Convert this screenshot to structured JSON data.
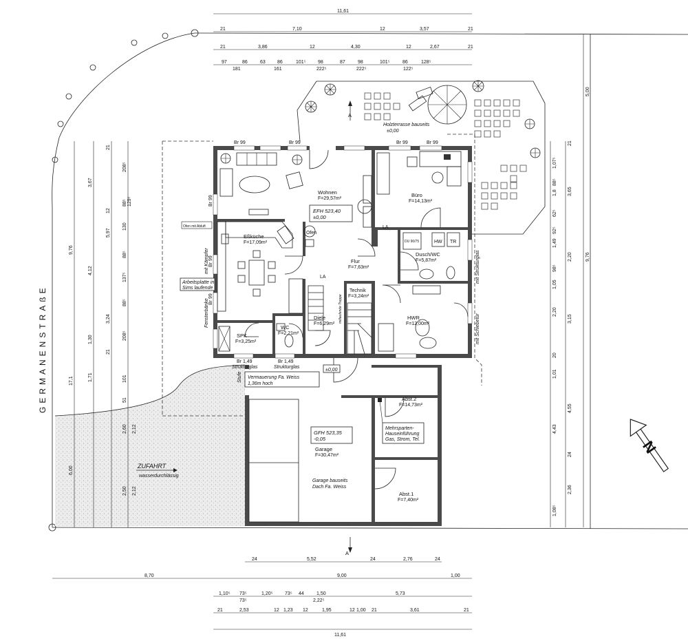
{
  "street_name": "GERMANENSTRAßE",
  "zufahrt": {
    "title": "ZUFAHRT",
    "sub": "wasserdurchlässig"
  },
  "terrace": {
    "label": "Holzterrasse bauseits",
    "level": "±0,00"
  },
  "house_level": {
    "name": "EFH 523,40",
    "value": "±0,00"
  },
  "garage_level": {
    "name": "GFH 523,35",
    "value": "-0,05"
  },
  "entry_level": "±0,00",
  "rooms": {
    "wohnen": {
      "name": "Wohnen",
      "area": "F=29,57m²"
    },
    "buero": {
      "name": "Büro",
      "area": "F=14,13m²"
    },
    "kueche": {
      "name": "Eßküche",
      "area": "F=17,09m²"
    },
    "flur": {
      "name": "Flur",
      "area": "F=7,63m²"
    },
    "dusche": {
      "name": "Dusch/WC",
      "area": "F=5,87m²"
    },
    "technik": {
      "name": "Technik",
      "area": "F=3,24m²"
    },
    "diele": {
      "name": "Diele",
      "area": "F=6,29m²"
    },
    "hwr": {
      "name": "HWR",
      "area": "F=12,00m²"
    },
    "spk": {
      "name": "SPK",
      "area": "F=3,25m²"
    },
    "wc": {
      "name": "WC",
      "area": "F=2,21m²"
    },
    "garage": {
      "name": "Garage",
      "area": "F=30,47m²"
    },
    "abst2": {
      "name": "Abst.2",
      "area": "F=14,73m²"
    },
    "abst1": {
      "name": "Abst.1",
      "area": "F=7,40m²"
    }
  },
  "notes": {
    "garage_bauseits": "Garage bauseits",
    "dach": "Dach Fa. Weiss",
    "mauerung": "Vermauerung Fa. Weiss",
    "mauerung_h": "1,36m hoch",
    "spartenraum": "Mehrsparten-",
    "spartenraum2": "Hauseinführung",
    "spartenraum3": "Gas, Strom, Tel.",
    "arbeitsplatte": "Arbeitsplatte in",
    "arbeitsplatte2": "Sims laufende",
    "fensterbank": "Fensterbänke",
    "ofen": "Ofen",
    "la": "LA",
    "la2": "LA",
    "hwr_einbau": "HW",
    "hwr_tr": "TR",
    "struktur1": "Strukturglas",
    "struktur2": "Strukturglas",
    "struktur3": "mit Strukturglas",
    "schiebetuer": "mit Schiebetür",
    "mit_kaempfer": "mit Kämpfer",
    "stufe": "Stufe",
    "ofenhinweis": "Ofen mit Abluft",
    "treppe": "mitlaufende Treppe",
    "dusche_label": "DU 90/75",
    "schnitt_a1": "A",
    "schnitt_a2": "A"
  },
  "dims": {
    "top1": [
      "21",
      "7,10",
      "12",
      "3,57",
      "21"
    ],
    "top1_total": "11,61",
    "top2": [
      "21",
      "3,86",
      "12",
      "4,30",
      "12",
      "2,67",
      "21"
    ],
    "top3": [
      "97",
      "86",
      "63",
      "86",
      "101⁵",
      "98",
      "87",
      "98",
      "101⁵",
      "86",
      "128⁵"
    ],
    "top3b": [
      "181",
      "161",
      "222⁵",
      "222⁵",
      "122⁵"
    ],
    "left_outer": [
      "9,76",
      "17,1",
      "6,00"
    ],
    "left_mid": [
      "3,67",
      "4,12",
      "3,24",
      "1,30",
      "1,71"
    ],
    "left_inner": [
      "21",
      "5,97",
      "12",
      "21"
    ],
    "left_inner2": [
      "2,60",
      "2,12",
      "2,50",
      "2,12"
    ],
    "left_win": [
      "208⁵",
      "88⁵",
      "129⁵",
      "130",
      "88⁵",
      "137⁵",
      "88⁵",
      "208⁵",
      "101",
      "51"
    ],
    "right_outer": [
      "5,00",
      "9,76"
    ],
    "right_mid": [
      "3,65",
      "2,20",
      "3,15",
      "4,55",
      "4,43",
      "2,36"
    ],
    "right_win": [
      "21",
      "1,07⁵",
      "88⁵",
      "1,8",
      "62⁵",
      "92⁵",
      "1,49",
      "98⁵",
      "1,05",
      "2,20",
      "1,01",
      "20",
      "24",
      "1,08⁵"
    ],
    "bottom1": [
      "24",
      "5,52",
      "24",
      "2,76",
      "24"
    ],
    "bottom2": [
      "8,70",
      "9,00",
      "1,00"
    ],
    "bottom3": [
      "1,10⁵",
      "73⁵",
      "1,20⁵",
      "73⁵",
      "44",
      "1,50",
      "5,73"
    ],
    "bottom3b": [
      "73⁵",
      "2,22⁵"
    ],
    "bottom4": [
      "21",
      "2,53",
      "12",
      "1,23",
      "12",
      "1,95",
      "12",
      "1,00",
      "21",
      "3,61",
      "21"
    ],
    "bottom_total": "11,61",
    "br_labels": [
      "Br 99",
      "Br 99",
      "Br 99",
      "Br 99",
      "Br 99",
      "Br 99",
      "Br 99",
      "Br 1,49",
      "Br 1,49"
    ]
  },
  "north": "N"
}
